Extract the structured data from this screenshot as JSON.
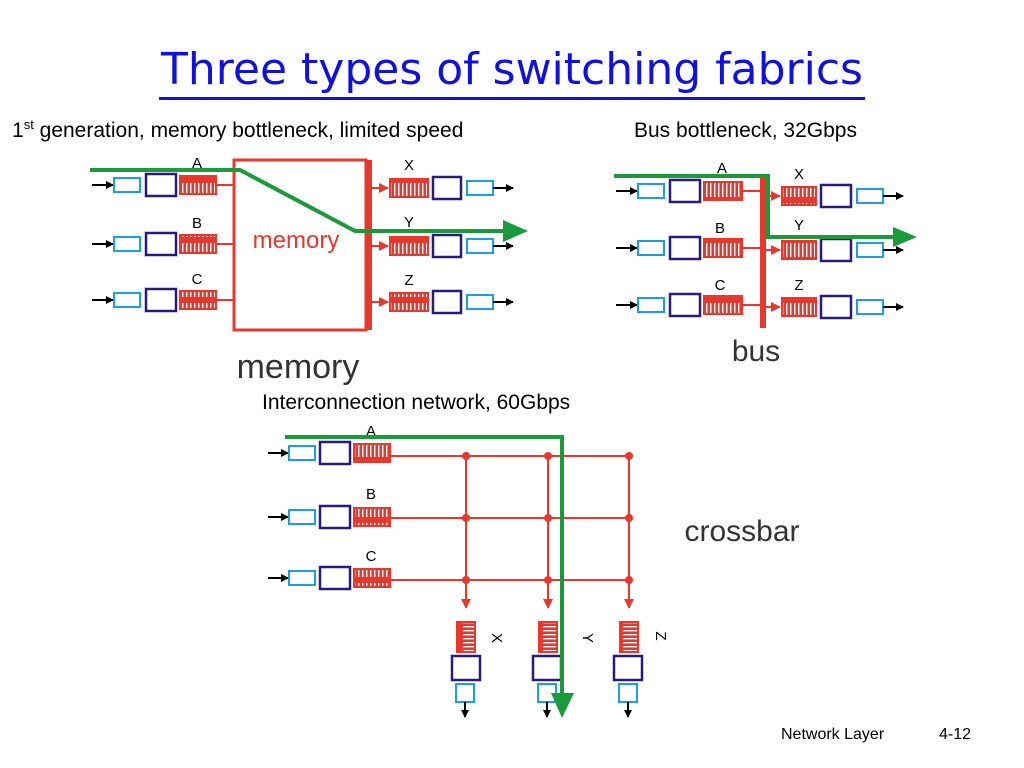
{
  "slide": {
    "title": "Three types of switching fabrics",
    "memory_caption": {
      "base": "1",
      "sup": "st",
      "rest": " generation, memory bottleneck, limited speed"
    },
    "bus_caption": "Bus bottleneck, 32Gbps",
    "crossbar_caption": "Interconnection network, 60Gbps",
    "footer_section": "Network Layer",
    "footer_page": "4-12"
  },
  "diagrams": {
    "memory": {
      "inputs": [
        "A",
        "B",
        "C"
      ],
      "outputs": [
        "X",
        "Y",
        "Z"
      ],
      "box_label": "memory",
      "fabric_label": "memory"
    },
    "bus": {
      "inputs": [
        "A",
        "B",
        "C"
      ],
      "outputs": [
        "X",
        "Y",
        "Z"
      ],
      "fabric_label": "bus"
    },
    "crossbar": {
      "inputs": [
        "A",
        "B",
        "C"
      ],
      "outputs": [
        "X",
        "Y",
        "Z"
      ],
      "fabric_label": "crossbar"
    }
  },
  "colors": {
    "title": "#1010e0",
    "fabric": "#e8382d",
    "path": "#1a9a3a",
    "port_light": "#1aa0e0",
    "port_dark": "#2a1a80"
  }
}
